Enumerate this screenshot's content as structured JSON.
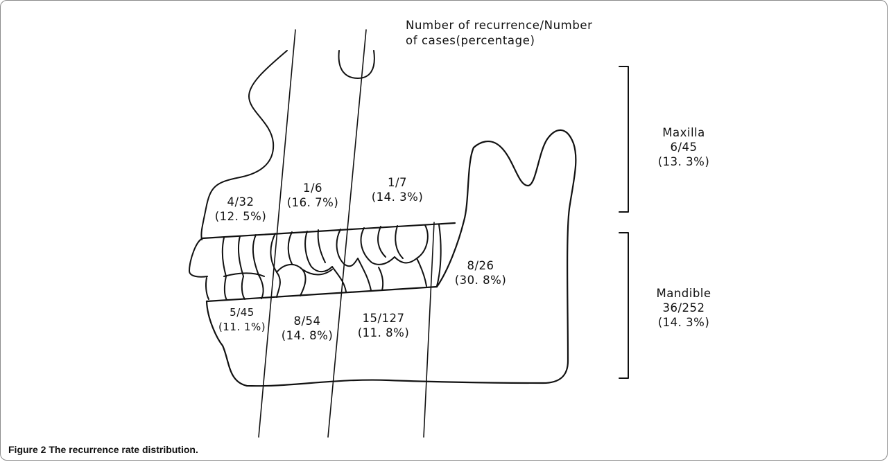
{
  "header": {
    "line1": "Number of recurrence/Number",
    "line2": "of cases(percentage)"
  },
  "regions": {
    "maxilla_anterior": {
      "count": "4/32",
      "percent": "(12. 5%)"
    },
    "maxilla_premolar": {
      "count": "1/6",
      "percent": "(16. 7%)"
    },
    "maxilla_molar": {
      "count": "1/7",
      "percent": "(14. 3%)"
    },
    "mandible_ramus": {
      "count": "8/26",
      "percent": "(30. 8%)"
    },
    "mandible_anterior": {
      "count": "5/45",
      "percent": "(11. 1%)"
    },
    "mandible_premolar": {
      "count": "8/54",
      "percent": "(14. 8%)"
    },
    "mandible_molar": {
      "count": "15/127",
      "percent": "(11. 8%)"
    }
  },
  "totals": {
    "maxilla": {
      "name": "Maxilla",
      "count": "6/45",
      "percent": "(13. 3%)"
    },
    "mandible": {
      "name": "Mandible",
      "count": "36/252",
      "percent": "(14. 3%)"
    }
  },
  "caption": {
    "label": "Figure 2",
    "text": "The recurrence rate distribution."
  }
}
